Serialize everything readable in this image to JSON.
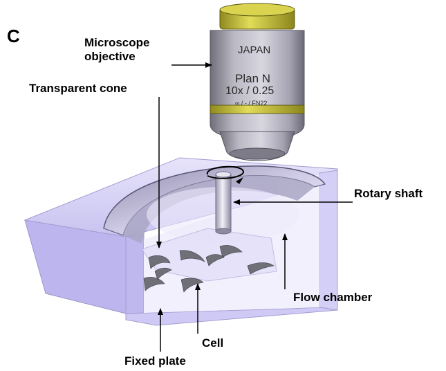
{
  "panel_letter": "C",
  "objective": {
    "origin": "JAPAN",
    "model": "Plan N",
    "magnification": "10x / 0.25",
    "specs": "∞ / - / FN22"
  },
  "labels": {
    "microscope_objective_line1": "Microscope",
    "microscope_objective_line2": "objective",
    "transparent_cone": "Transparent cone",
    "rotary_shaft": "Rotary shaft",
    "flow_chamber": "Flow chamber",
    "cell": "Cell",
    "fixed_plate": "Fixed plate"
  },
  "colors": {
    "chamber_fill": "#c9c4f2",
    "chamber_side": "#b7b0ea",
    "objective_body": "#9b9aa6",
    "objective_gold": "#c8c23a",
    "cell_fill": "#6f6f78",
    "arrow": "#000000"
  }
}
